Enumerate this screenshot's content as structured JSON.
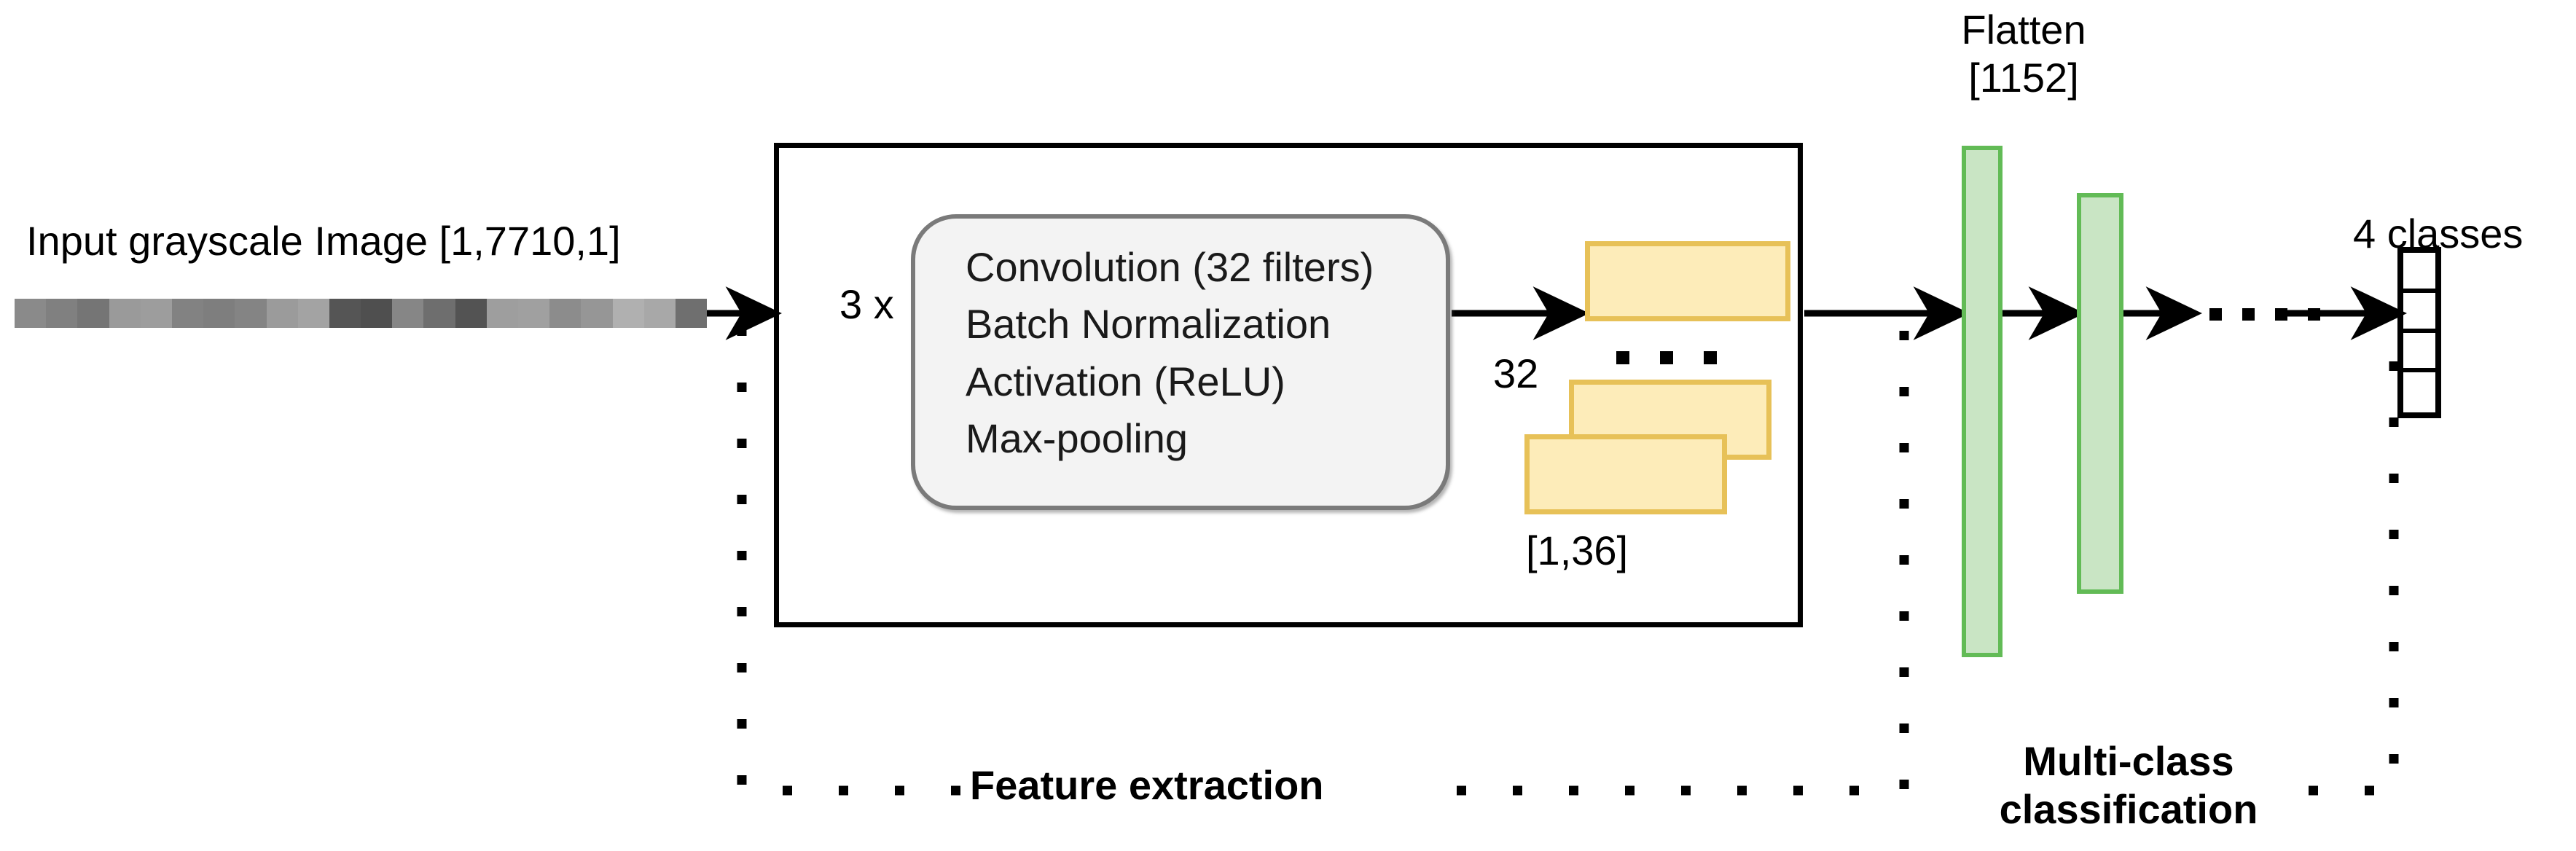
{
  "diagram": {
    "title_implicit": "1D CNN architecture for multi-class classification",
    "input": {
      "label": "Input grayscale Image [1,7710,1]",
      "strip_name": "grayscale-input-strip",
      "segment_grays": [
        "#8a8a8a",
        "#808080",
        "#757575",
        "#9a9a9a",
        "#9d9d9d",
        "#828282",
        "#7e7e7e",
        "#848484",
        "#9b9b9b",
        "#a3a3a3",
        "#555555",
        "#4f4f4f",
        "#868686",
        "#6e6e6e",
        "#535353",
        "#9e9e9e",
        "#a0a0a0",
        "#8c8c8c",
        "#969696",
        "#b0b0b0",
        "#a8a8a8",
        "#6f6f6f"
      ]
    },
    "feature_extraction": {
      "section_label": "Feature extraction",
      "repeat_label": "3 x",
      "block_lines": [
        "Convolution (32 filters)",
        "Batch Normalization",
        "Activation (ReLU)",
        "Max-pooling"
      ],
      "feature_maps": {
        "count_label": "32",
        "shape_label": "[1,36]",
        "ellipsis": "...",
        "fill_color": "#fdecb9",
        "border_color": "#e7c158"
      }
    },
    "classification": {
      "section_label": "Multi-class\nclassification",
      "section_label_line1": "Multi-class",
      "section_label_line2": "classification",
      "flatten_label_line1": "Flatten",
      "flatten_label_line2": "[1152]",
      "dense_ellipsis": "....",
      "bar_fill_color": "#c9e5c4",
      "bar_border_color": "#62bb56",
      "output": {
        "label": "4 classes",
        "cells": 4
      }
    }
  }
}
